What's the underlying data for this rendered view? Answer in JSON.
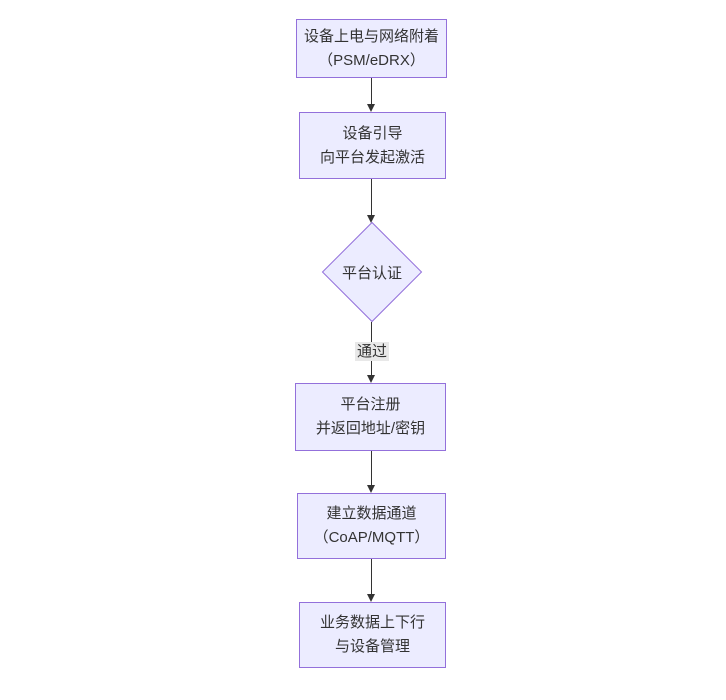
{
  "diagram": {
    "type": "flowchart",
    "direction": "top-down",
    "nodes": [
      {
        "id": "power",
        "shape": "rect",
        "lines": [
          "设备上电与网络附着",
          "（PSM/eDRX）"
        ]
      },
      {
        "id": "boot",
        "shape": "rect",
        "lines": [
          "设备引导",
          "向平台发起激活"
        ]
      },
      {
        "id": "auth",
        "shape": "diamond",
        "lines": [
          "平台认证"
        ]
      },
      {
        "id": "register",
        "shape": "rect",
        "lines": [
          "平台注册",
          "并返回地址/密钥"
        ]
      },
      {
        "id": "channel",
        "shape": "rect",
        "lines": [
          "建立数据通道",
          "（CoAP/MQTT）"
        ]
      },
      {
        "id": "business",
        "shape": "rect",
        "lines": [
          "业务数据上下行",
          "与设备管理"
        ]
      }
    ],
    "edges": [
      {
        "from": "power",
        "to": "boot",
        "label": ""
      },
      {
        "from": "boot",
        "to": "auth",
        "label": ""
      },
      {
        "from": "auth",
        "to": "register",
        "label": "通过"
      },
      {
        "from": "register",
        "to": "channel",
        "label": ""
      },
      {
        "from": "channel",
        "to": "business",
        "label": ""
      }
    ],
    "colors": {
      "node_fill": "#ECECFF",
      "node_border": "#9370DB",
      "text": "#333333",
      "edge_line": "#333333",
      "edge_label_bg": "#e8e8e8",
      "background": "#ffffff"
    }
  }
}
